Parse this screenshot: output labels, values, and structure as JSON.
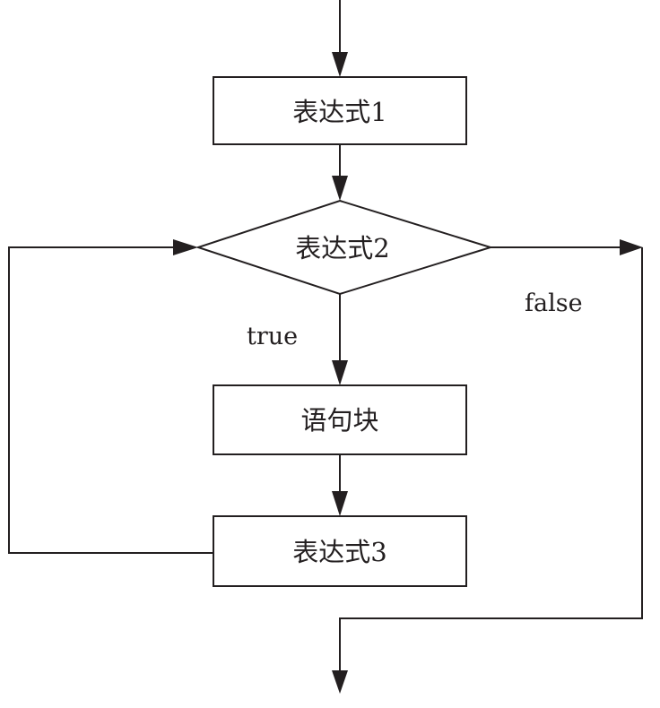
{
  "diagram": {
    "nodes": {
      "expr1": "表达式1",
      "expr2": "表达式2",
      "block": "语句块",
      "expr3": "表达式3"
    },
    "edges": {
      "true_label": "true",
      "false_label": "false"
    }
  }
}
